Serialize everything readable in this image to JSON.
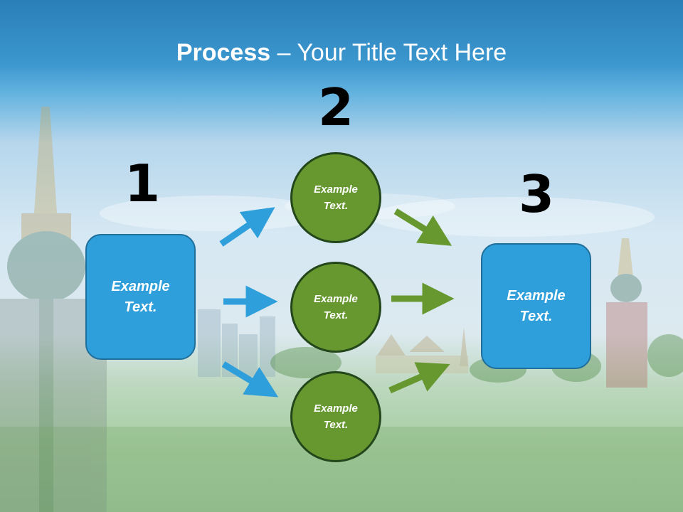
{
  "title": {
    "bold": "Process",
    "rest": " – Your Title Text Here"
  },
  "steps": {
    "n1": "1",
    "n2": "2",
    "n3": "3"
  },
  "nodes": {
    "box_left": "Example\nText.",
    "circle_top": "Example\nText.",
    "circle_middle": "Example\nText.",
    "circle_bottom": "Example\nText.",
    "box_right": "Example\nText."
  },
  "colors": {
    "blue": "#2e9fdb",
    "green": "#66982f",
    "circle_border": "#23461a",
    "box_border": "#1f6f9c"
  }
}
